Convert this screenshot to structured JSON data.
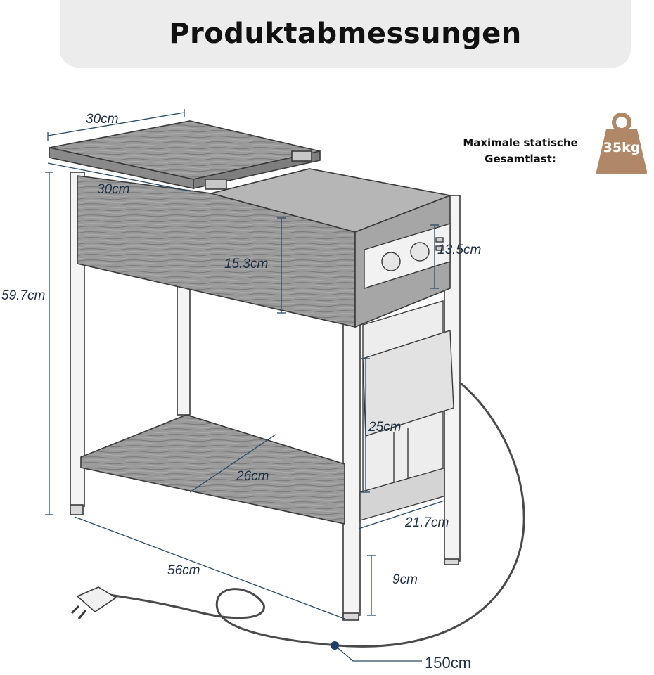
{
  "header": {
    "title": "Produktabmessungen"
  },
  "load": {
    "label_line1": "Maximale statische",
    "label_line2": "Gesamtlast:",
    "value": "35kg",
    "icon": "weight-icon",
    "icon_color": "#b08868"
  },
  "dimensions": {
    "top_width": "30cm",
    "top_depth": "30cm",
    "total_height": "59.7cm",
    "drawer_height": "15.3cm",
    "socket_height": "13.5cm",
    "pocket_height": "25cm",
    "shelf_depth": "26cm",
    "pocket_width": "21.7cm",
    "length": "56cm",
    "leg_clearance": "9cm",
    "cable_length": "150cm"
  },
  "colors": {
    "dimension_line": "#2a4a66",
    "wood": "#8f8f8f",
    "outline": "#3a3a3a"
  }
}
